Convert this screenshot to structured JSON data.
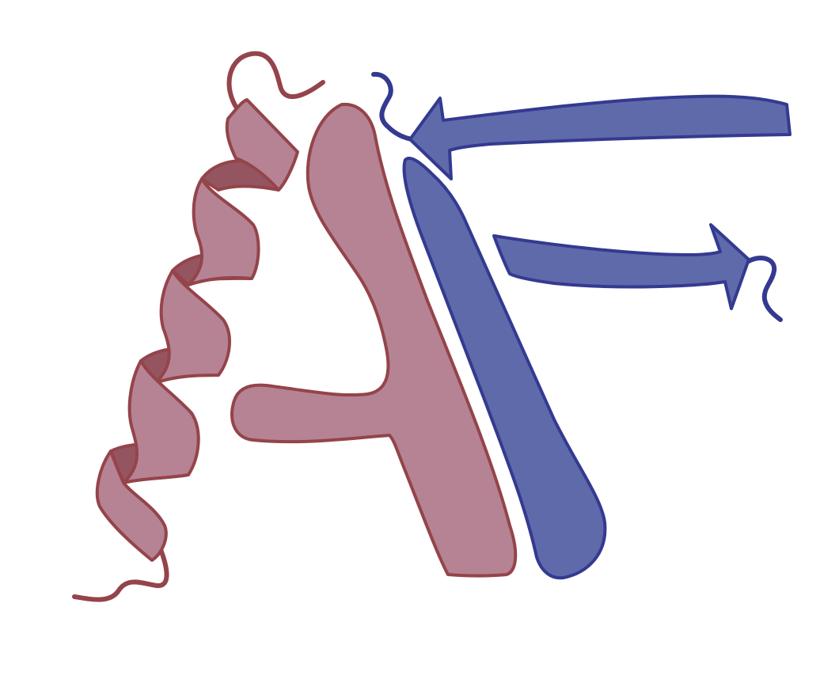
{
  "figure": {
    "kind": "protein-cartoon-illustration",
    "background": "#ffffff",
    "colors": {
      "mauve_fill": "#b58394",
      "mauve_stroke": "#94444a",
      "helix_inner": "#955560",
      "blue_fill": "#5f6aab",
      "blue_stroke": "#343a90"
    },
    "elements": {
      "helix": "alpha-helix",
      "helix_tail_top": "coil-loop",
      "helix_tail_bottom": "coil-loop",
      "mauve_pentagon_body": "loop-bar",
      "blue_strand_top": "beta-strand-arrow",
      "blue_strand_bottom": "beta-strand-arrow",
      "blue_bar": "loop-bar",
      "blue_tail_top": "coil-loop",
      "blue_tail_right": "coil-loop"
    }
  }
}
